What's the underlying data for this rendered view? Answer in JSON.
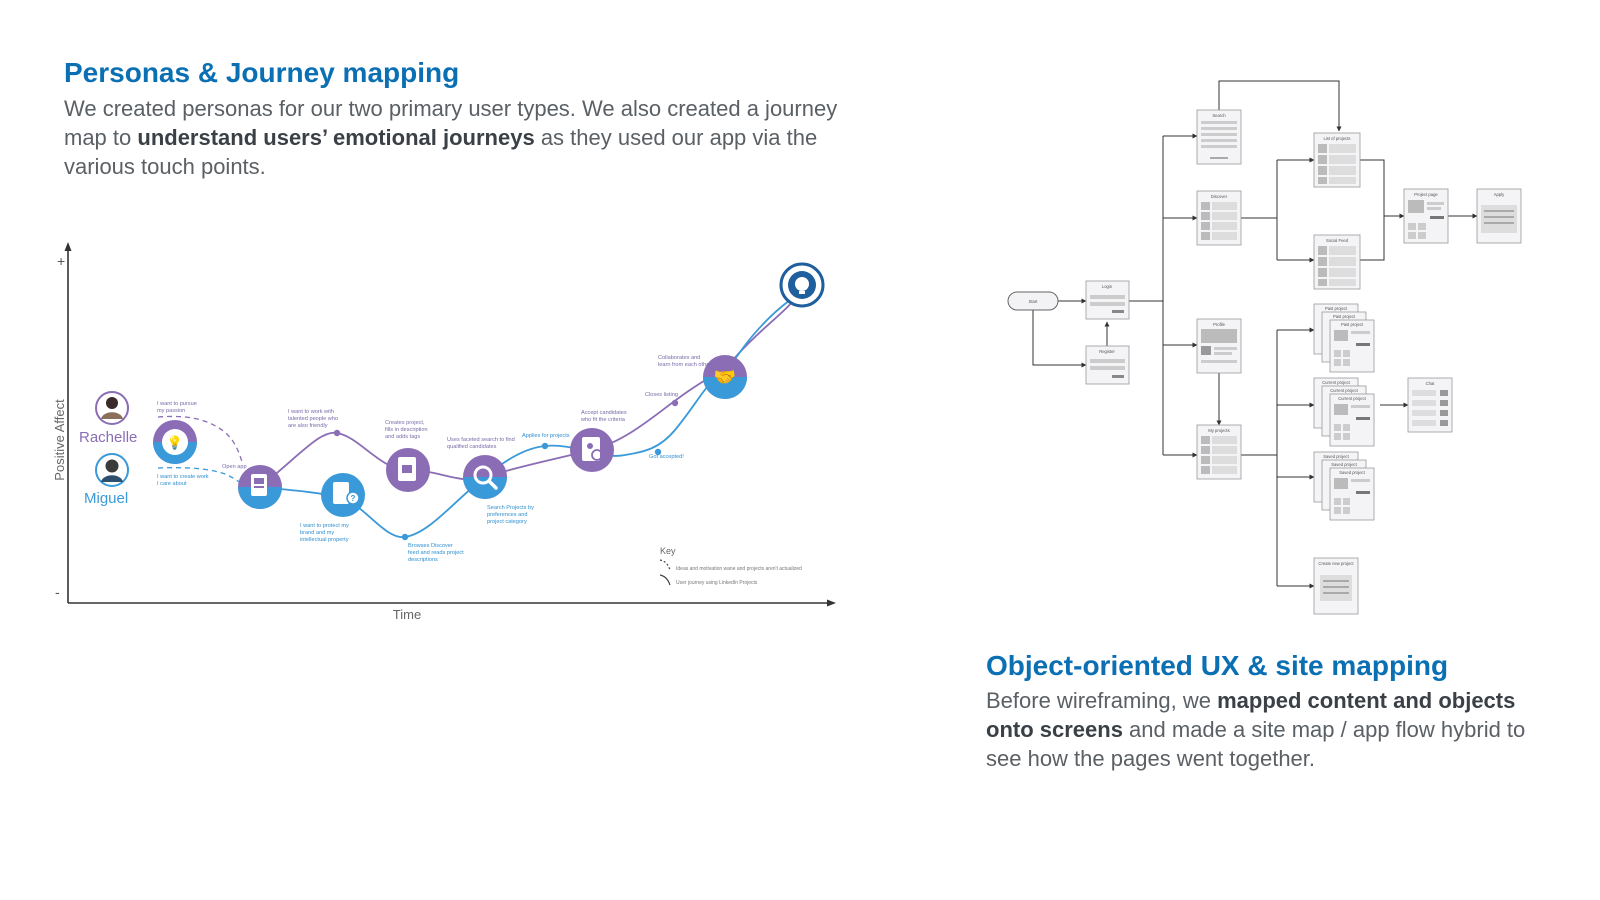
{
  "section1": {
    "title": "Personas & Journey mapping",
    "body_a": "We created personas for our two primary user types. We also created a journey map to ",
    "body_bold": "understand users’ emotional journeys",
    "body_b": " as they used our app via the various touch points."
  },
  "section2": {
    "title": "Object-oriented UX & site mapping",
    "body_a": "Before wireframing, we ",
    "body_bold": "mapped content and objects onto screens",
    "body_b": " and made a site map / app flow hybrid to see how the pages went together."
  },
  "journey": {
    "y_axis": "Positive Affect",
    "x_axis": "Time",
    "plus": "+",
    "minus": "-",
    "persona1": "Rachelle",
    "persona2": "Miguel",
    "colors": {
      "purple": "#8a6db5",
      "blue": "#3a9ad9",
      "dark_blue": "#1f5f9e",
      "axis": "#333333"
    },
    "labels": {
      "pursue_passion": [
        "I want to pursue",
        "my passion"
      ],
      "create_work": [
        "I want to create work",
        "I care about"
      ],
      "open_app": "Open app",
      "work_with": [
        "I want to work with",
        "talented people who",
        "are also friendly"
      ],
      "protect": [
        "I want to protect my",
        "brand and my",
        "intellectual property"
      ],
      "creates_project": [
        "Creates project,",
        "fills in description",
        "and adds tags"
      ],
      "browses": [
        "Browses Discover",
        "feed and reads project",
        "descriptions"
      ],
      "faceted": [
        "Uses faceted search to find",
        "qualified candidates"
      ],
      "search_projects": [
        "Search Projects by",
        "preferences and",
        "project category"
      ],
      "applies": "Applies for projects",
      "accept": [
        "Accept candidates",
        "who fit the criteria"
      ],
      "got_accepted": "Got accepted!",
      "closes": "Closes listing",
      "collaborates": [
        "Collaborates and",
        "learn from each other"
      ]
    },
    "key": {
      "title": "Key",
      "dashed": "Ideas and motivation wane and projects aren't actualized",
      "solid": "User journey using LinkedIn Projects"
    }
  },
  "sitemap": {
    "start": "Start",
    "login": "Login",
    "register": "Register",
    "search": "Search",
    "discover": "Discover",
    "profile": "Profile",
    "my_projects": "My projects",
    "list_projects": "List of projects",
    "social_feed": "Social Feed",
    "project_page": "Project page",
    "apply": "Apply",
    "past_project": "Past project",
    "current_project": "Current project",
    "saved_project": "Saved project",
    "chat": "Chat",
    "create_project": "Create new project"
  }
}
